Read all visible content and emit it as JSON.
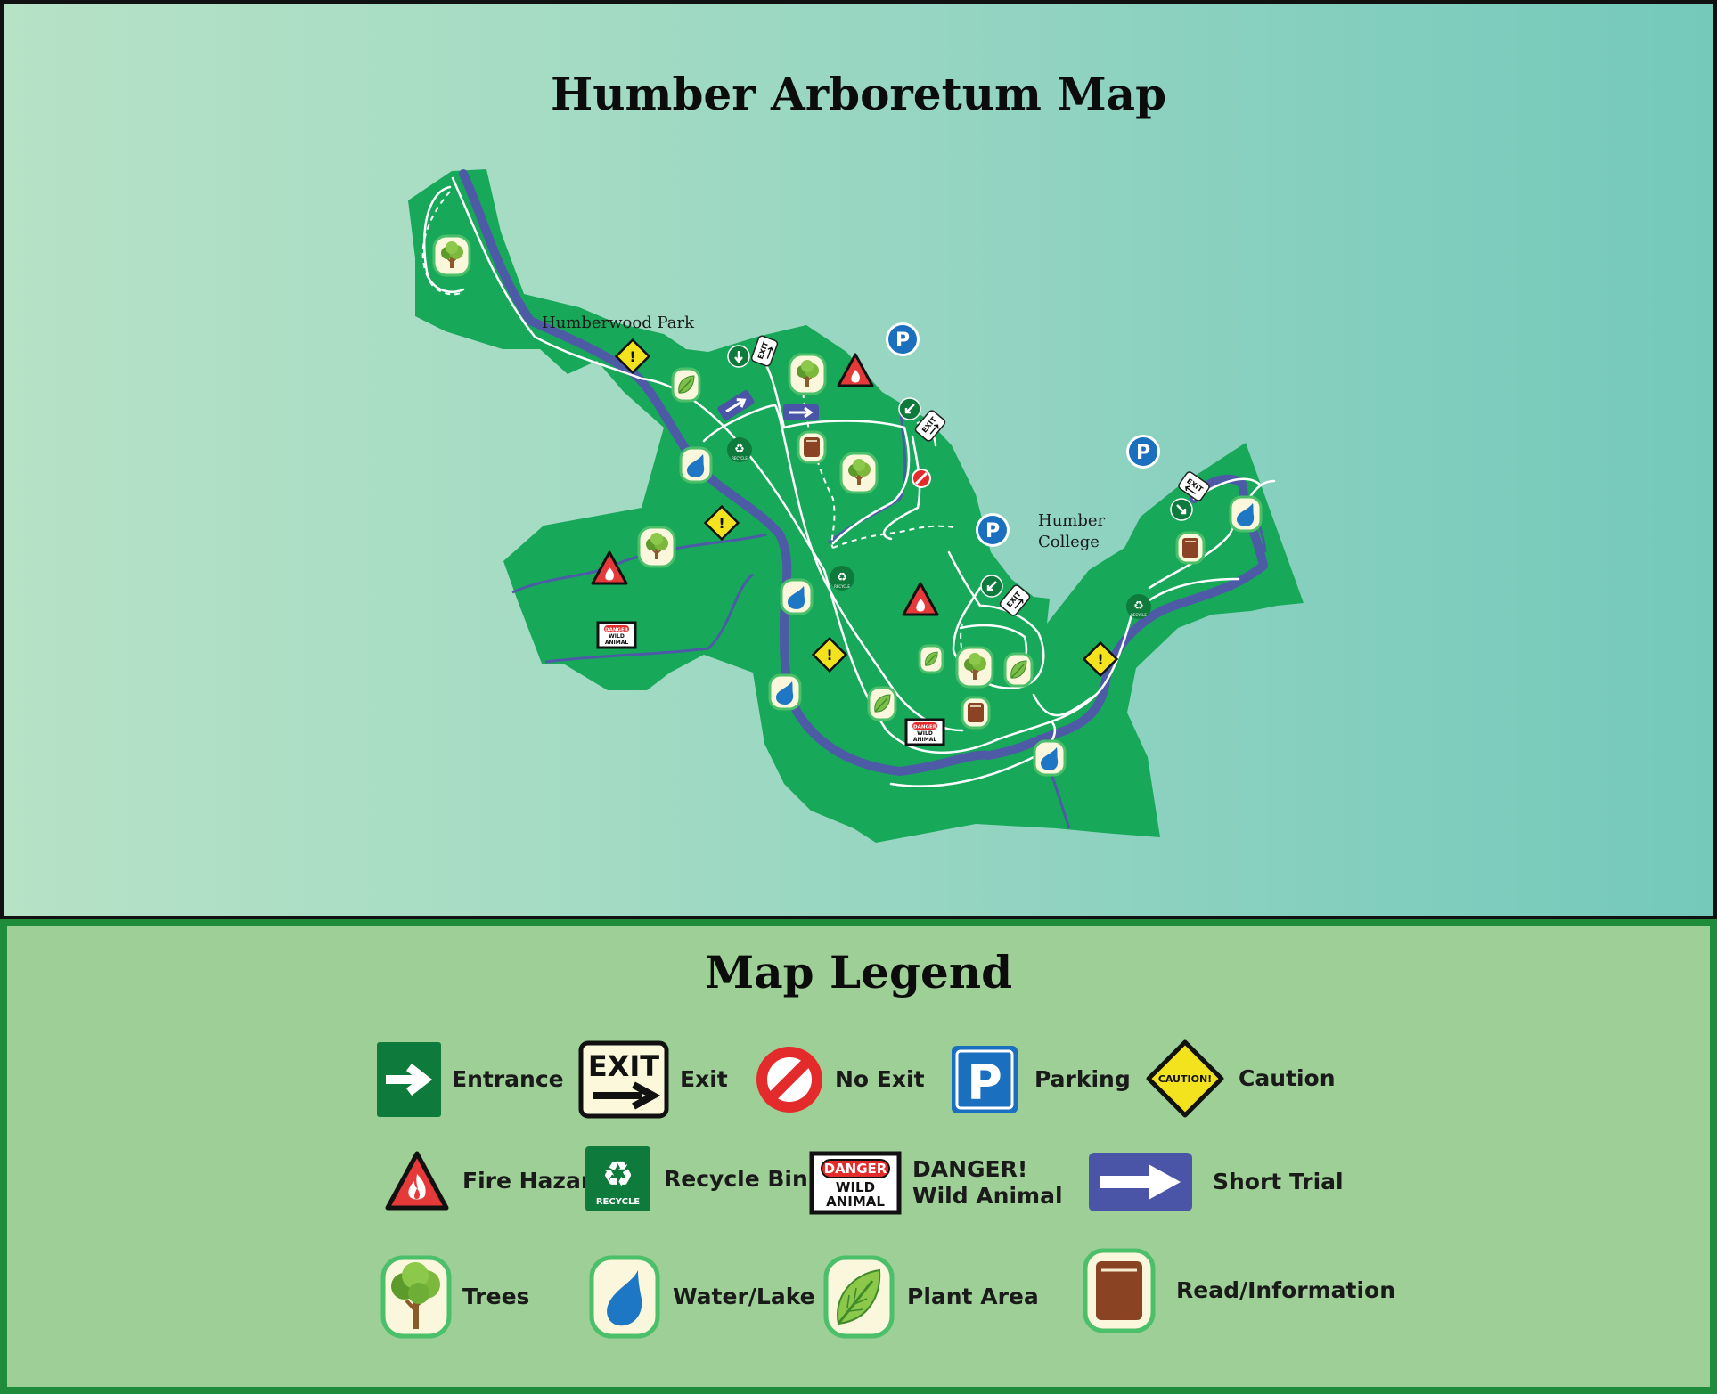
{
  "page": {
    "title": "Humber Arboretum Map"
  },
  "map": {
    "places": [
      {
        "id": "humberwood",
        "name": "Humberwood Park"
      },
      {
        "id": "humber-college",
        "name_lines": [
          "Humber",
          "College"
        ]
      }
    ],
    "sign_text": {
      "exit": "EXIT",
      "danger": "DANGER",
      "wild": "WILD",
      "animal": "ANIMAL",
      "recycle": "RECYCLE",
      "caution": "CAUTION!",
      "parking": "P"
    },
    "colors": {
      "land": "#18a85a",
      "river": "#4d5aa6",
      "trail": "#ffffff",
      "badge_green": "#0e7a3c",
      "caution_yellow": "#f3e21e",
      "fire_red": "#e63a3a",
      "parking_blue": "#1a6fbf",
      "no_exit_red": "#e42b2b",
      "short_trail_blue": "#4a55a8",
      "info_brown": "#8a4423",
      "water_blue": "#1d77c4"
    }
  },
  "legend": {
    "title": "Map Legend",
    "items": [
      {
        "key": "entrance",
        "label": "Entrance",
        "icon": "entrance-arrow-icon"
      },
      {
        "key": "exit",
        "label": "Exit",
        "icon": "exit-sign-icon"
      },
      {
        "key": "no-exit",
        "label": "No Exit",
        "icon": "no-entry-icon"
      },
      {
        "key": "parking",
        "label": "Parking",
        "icon": "parking-icon"
      },
      {
        "key": "caution",
        "label": "Caution",
        "icon": "caution-icon"
      },
      {
        "key": "fire-hazard",
        "label": "Fire Hazard",
        "icon": "fire-hazard-icon"
      },
      {
        "key": "recycle-bin",
        "label": "Recycle Bin",
        "icon": "recycle-icon"
      },
      {
        "key": "danger",
        "label_lines": [
          "DANGER!",
          "Wild Animal"
        ],
        "icon": "danger-wild-animal-icon"
      },
      {
        "key": "short-trial",
        "label": "Short Trial",
        "icon": "short-trail-arrow-icon"
      },
      {
        "key": "trees",
        "label": "Trees",
        "icon": "tree-icon"
      },
      {
        "key": "water-lake",
        "label": "Water/Lake",
        "icon": "water-drop-icon"
      },
      {
        "key": "plant-area",
        "label": "Plant Area",
        "icon": "leaf-icon"
      },
      {
        "key": "read-information",
        "label": "Read/Information",
        "icon": "info-board-icon"
      }
    ]
  }
}
